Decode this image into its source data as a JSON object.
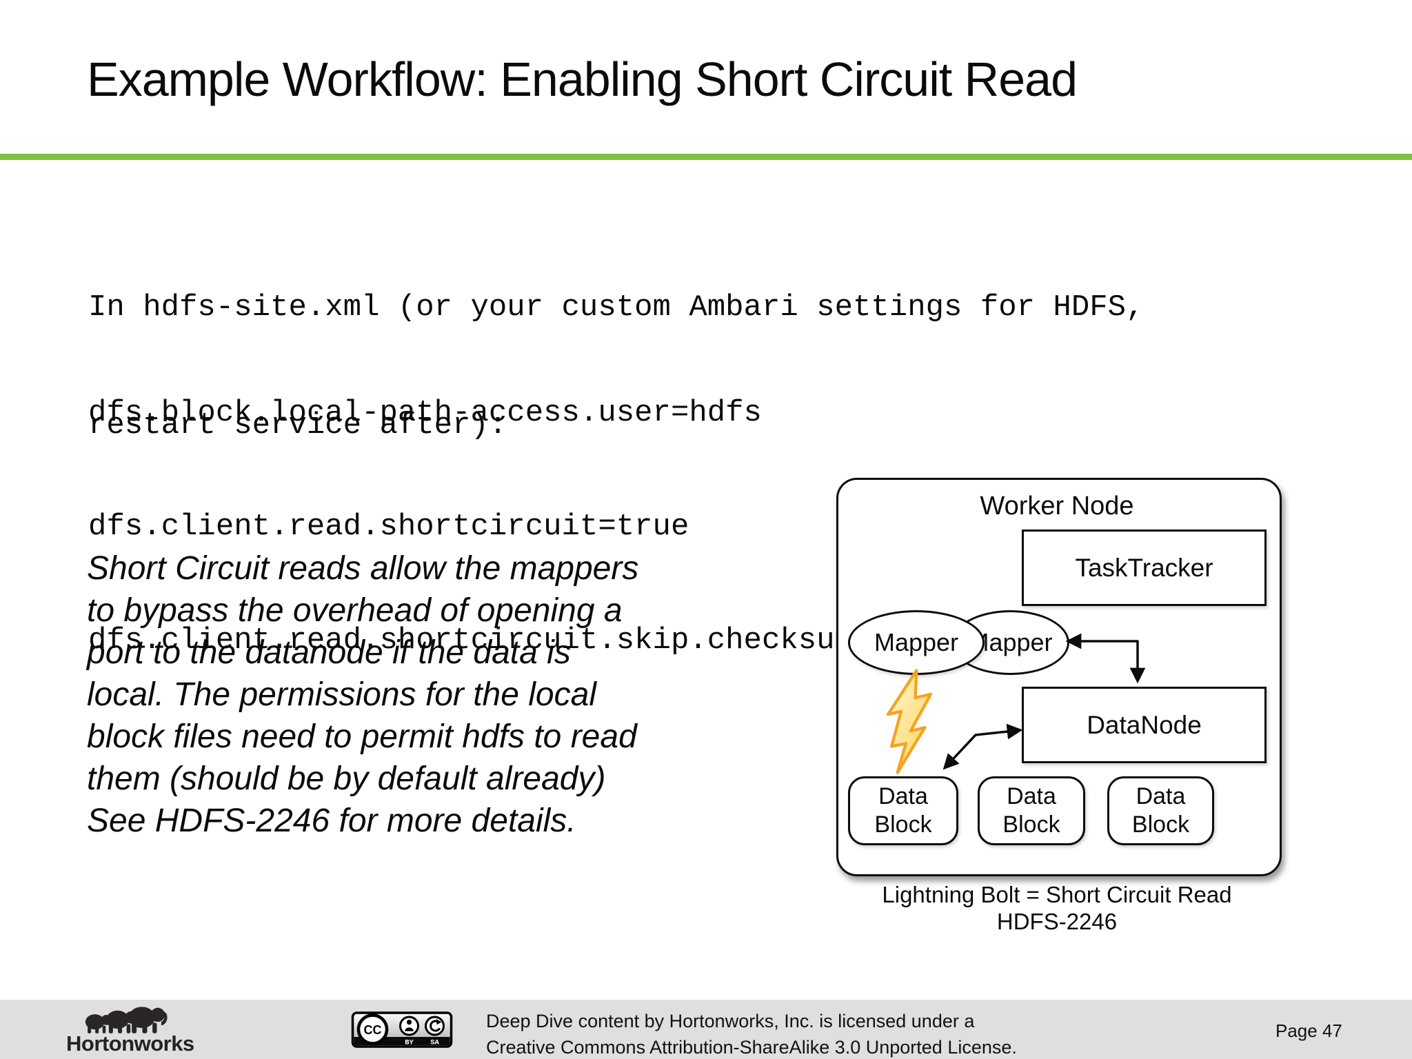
{
  "slide": {
    "title": "Example Workflow: Enabling Short Circuit Read",
    "accent_color": "#7CC142",
    "code_intro": [
      "In hdfs-site.xml (or your custom Ambari settings for HDFS,",
      "restart service after):"
    ],
    "code_props": [
      "dfs.block.local-path-access.user=hdfs",
      "dfs.client.read.shortcircuit=true",
      "dfs.client.read.shortcircuit.skip.checksum=false"
    ],
    "body_lines": [
      "Short Circuit reads allow the mappers",
      "to bypass the overhead of opening a",
      "port to the datanode if the data is",
      "local. The permissions for the local",
      "block files need to permit hdfs to read",
      "them (should be by default already)",
      "See HDFS-2246 for more details."
    ],
    "diagram": {
      "worker_node_label": "Worker Node",
      "tasktracker_label": "TaskTracker",
      "mapper_front_label": "Mapper",
      "mapper_back_label": "Mapper",
      "datanode_label": "DataNode",
      "data_block_labels": [
        "Data Block",
        "Data Block",
        "Data Block"
      ],
      "caption_line1": "Lightning Bolt = Short Circuit Read",
      "caption_line2": "HDFS-2246",
      "bolt_fill": "#FFE9A0",
      "bolt_stroke": "#F6A31F"
    },
    "footer": {
      "bar_color": "#DFDFDF",
      "logo_text": "Hortonworks",
      "cc_label": "CC",
      "cc_by_label": "BY",
      "cc_sa_label": "SA",
      "license_line1": "Deep Dive content by Hortonworks, Inc. is licensed under a",
      "license_line2": "Creative Commons Attribution-ShareAlike 3.0 Unported License.",
      "page_label": "Page 47"
    }
  }
}
